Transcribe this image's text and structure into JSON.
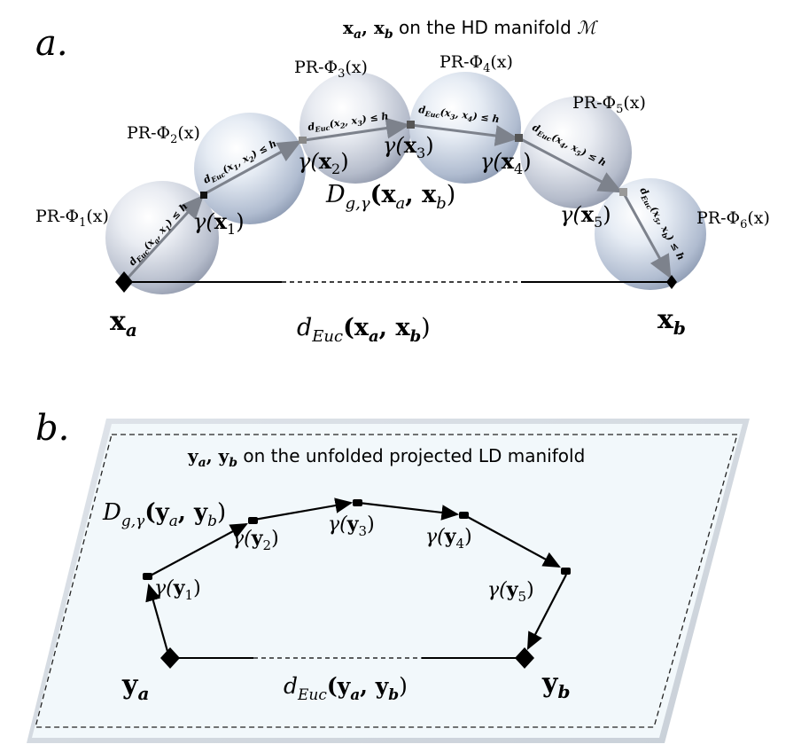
{
  "panel_a": {
    "panel_label": "a.",
    "title": {
      "main": "x",
      "sub_a": "a",
      "sep": ", ",
      "sub_b": "b",
      "rest": " on the HD manifold ",
      "manifold": "ℳ"
    },
    "spheres": [
      {
        "label": "PR-Φ",
        "index": "1",
        "arg": "(x)"
      },
      {
        "label": "PR-Φ",
        "index": "2",
        "arg": "(x)"
      },
      {
        "label": "PR-Φ",
        "index": "3",
        "arg": "(x)"
      },
      {
        "label": "PR-Φ",
        "index": "4",
        "arg": "(x)"
      },
      {
        "label": "PR-Φ",
        "index": "5",
        "arg": "(x)"
      },
      {
        "label": "PR-Φ",
        "index": "6",
        "arg": "(x)"
      }
    ],
    "gamma_points": [
      {
        "prefix": "γ(",
        "var": "x",
        "index": "1",
        "suffix": ")"
      },
      {
        "prefix": "γ(",
        "var": "x",
        "index": "2",
        "suffix": ")"
      },
      {
        "prefix": "γ(",
        "var": "x",
        "index": "3",
        "suffix": ")"
      },
      {
        "prefix": "γ(",
        "var": "x",
        "index": "4",
        "suffix": ")"
      },
      {
        "prefix": "γ(",
        "var": "x",
        "index": "5",
        "suffix": ")"
      }
    ],
    "segment_labels": [
      {
        "d": "d",
        "sub": "Euc",
        "args": "(x",
        "a1": "a",
        "mid": ", x",
        "a2": "1",
        "end": ") ≤ h"
      },
      {
        "d": "d",
        "sub": "Euc",
        "args": "(x",
        "a1": "1",
        "mid": ", x",
        "a2": "2",
        "end": ") ≤ h"
      },
      {
        "d": "d",
        "sub": "Euc",
        "args": "(x",
        "a1": "2",
        "mid": ", x",
        "a2": "3",
        "end": ") ≤ h"
      },
      {
        "d": "d",
        "sub": "Euc",
        "args": "(x",
        "a1": "3",
        "mid": ", x",
        "a2": "4",
        "end": ") ≤ h"
      },
      {
        "d": "d",
        "sub": "Euc",
        "args": "(x",
        "a1": "4",
        "mid": ", x",
        "a2": "5",
        "end": ") ≤ h"
      },
      {
        "d": "d",
        "sub": "Euc",
        "args": "(x",
        "a1": "5",
        "mid": ", x",
        "a2": "b",
        "end": ") ≤ h"
      }
    ],
    "geodesic_label": {
      "d": "D",
      "sub": "g,γ",
      "args": "(x",
      "a1": "a",
      "mid": ", x",
      "a2": "b",
      "end": ")"
    },
    "endpoint_a": {
      "var": "x",
      "sub": "a"
    },
    "endpoint_b": {
      "var": "x",
      "sub": "b"
    },
    "euclid_label": {
      "d": "d",
      "sub": "Euc",
      "args": "(x",
      "a1": "a",
      "mid": ", x",
      "a2": "b",
      "end": ")"
    }
  },
  "panel_b": {
    "panel_label": "b.",
    "title": {
      "main": "y",
      "sub_a": "a",
      "sep": ", y",
      "sub_b": "b",
      "rest": " on the unfolded projected LD manifold"
    },
    "geodesic_label": {
      "d": "D",
      "sub": "g,γ",
      "args": "(y",
      "a1": "a",
      "mid": ", y",
      "a2": "b",
      "end": ")"
    },
    "gamma_points": [
      {
        "prefix": "γ(",
        "var": "y",
        "index": "1",
        "suffix": ")"
      },
      {
        "prefix": "γ(",
        "var": "y",
        "index": "2",
        "suffix": ")"
      },
      {
        "prefix": "γ(",
        "var": "y",
        "index": "3",
        "suffix": ")"
      },
      {
        "prefix": "γ(",
        "var": "y",
        "index": "4",
        "suffix": ")"
      },
      {
        "prefix": "γ(",
        "var": "y",
        "index": "5",
        "suffix": ")"
      }
    ],
    "endpoint_a": {
      "var": "y",
      "sub": "a"
    },
    "endpoint_b": {
      "var": "y",
      "sub": "b"
    },
    "euclid_label": {
      "d": "d",
      "sub": "Euc",
      "args": "(y",
      "a1": "a",
      "mid": ", y",
      "a2": "b",
      "end": ")"
    }
  },
  "colors": {
    "sphere_light": "#f4f6fb",
    "sphere_dark": "#9aa3b6",
    "plane_fill": "#f2f8fb",
    "ink": "#000000",
    "arrow_grey": "#8a8f99"
  }
}
